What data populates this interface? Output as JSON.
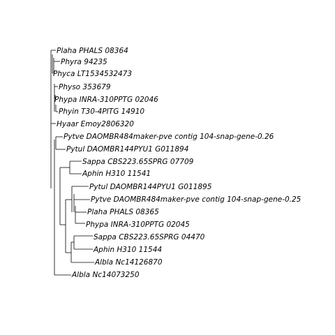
{
  "tree": {
    "leaves": [
      "Plaha PHALS 08364",
      "Phyra 94235",
      "Phyca LT1534532473",
      "Physo 353679",
      "Phypa INRA-310PPTG 02046",
      "Phyin T30-4PITG 14910",
      "Hyaar Emoy2806320",
      "Pytve DAOMBR484maker-pve contig 104-snap-gene-0.26",
      "Pytul DAOMBR144PYU1 G011894",
      "Sappa CBS223.65SPRG 07709",
      "Aphin H310 11541",
      "Pytul DAOMBR144PYU1 G011895",
      "Pytve DAOMBR484maker-pve contig 104-snap-gene-0.25",
      "Plaha PHALS 08365",
      "Phypa INRA-310PPTG 02045",
      "Sappa CBS223.65SPRG 04470",
      "Aphin H310 11544",
      "Albla Nc14126870",
      "Albla Nc14073250"
    ],
    "line_color": "#000000"
  }
}
